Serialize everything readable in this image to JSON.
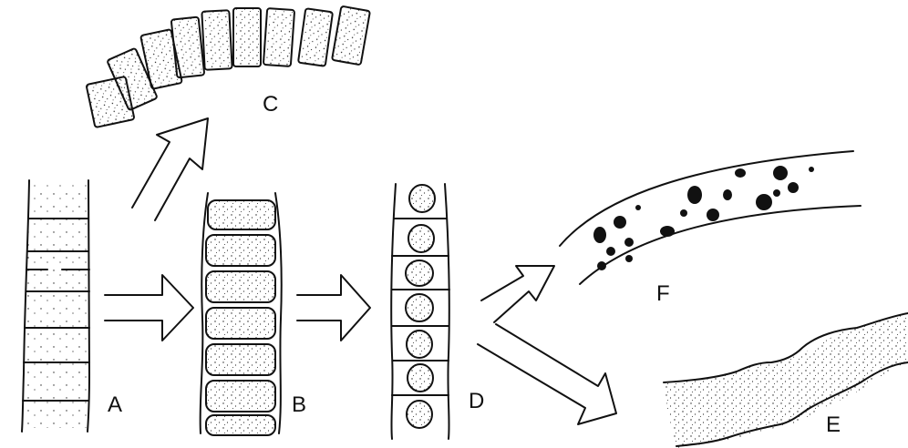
{
  "labels": {
    "a": "A",
    "b": "B",
    "c": "C",
    "d": "D",
    "e": "E",
    "f": "F"
  },
  "colors": {
    "ink": "#111111",
    "stipple": "#222222",
    "paper": "#ffffff"
  }
}
